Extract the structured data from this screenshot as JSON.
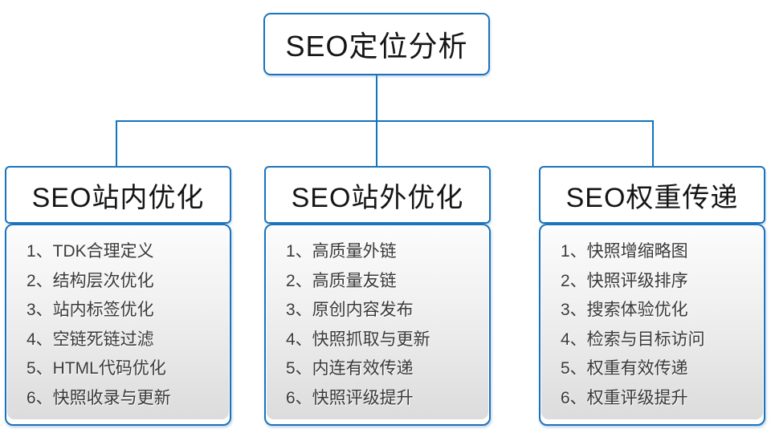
{
  "diagram": {
    "root": {
      "title": "SEO定位分析"
    },
    "columns": [
      {
        "title": "SEO站内优化",
        "items": [
          "1、TDK合理定义",
          "2、结构层次优化",
          "3、站内标签优化",
          "4、空链死链过滤",
          "5、HTML代码优化",
          "6、快照收录与更新"
        ]
      },
      {
        "title": "SEO站外优化",
        "items": [
          "1、高质量外链",
          "2、高质量友链",
          "3、原创内容发布",
          "4、快照抓取与更新",
          "5、内连有效传递",
          "6、快照评级提升"
        ]
      },
      {
        "title": "SEO权重传递",
        "items": [
          "1、快照增缩略图",
          "2、快照评级排序",
          "3、搜索体验优化",
          "4、检索与目标访问",
          "5、权重有效传递",
          "6、权重评级提升"
        ]
      }
    ],
    "colors": {
      "connector_line": "#1273bd",
      "box_border": "#1a73be",
      "title_text": "#151515",
      "list_text": "#3a3a3a",
      "list_gradient_top": "#fcfcfc",
      "list_gradient_bottom": "#dcdcdc"
    }
  }
}
